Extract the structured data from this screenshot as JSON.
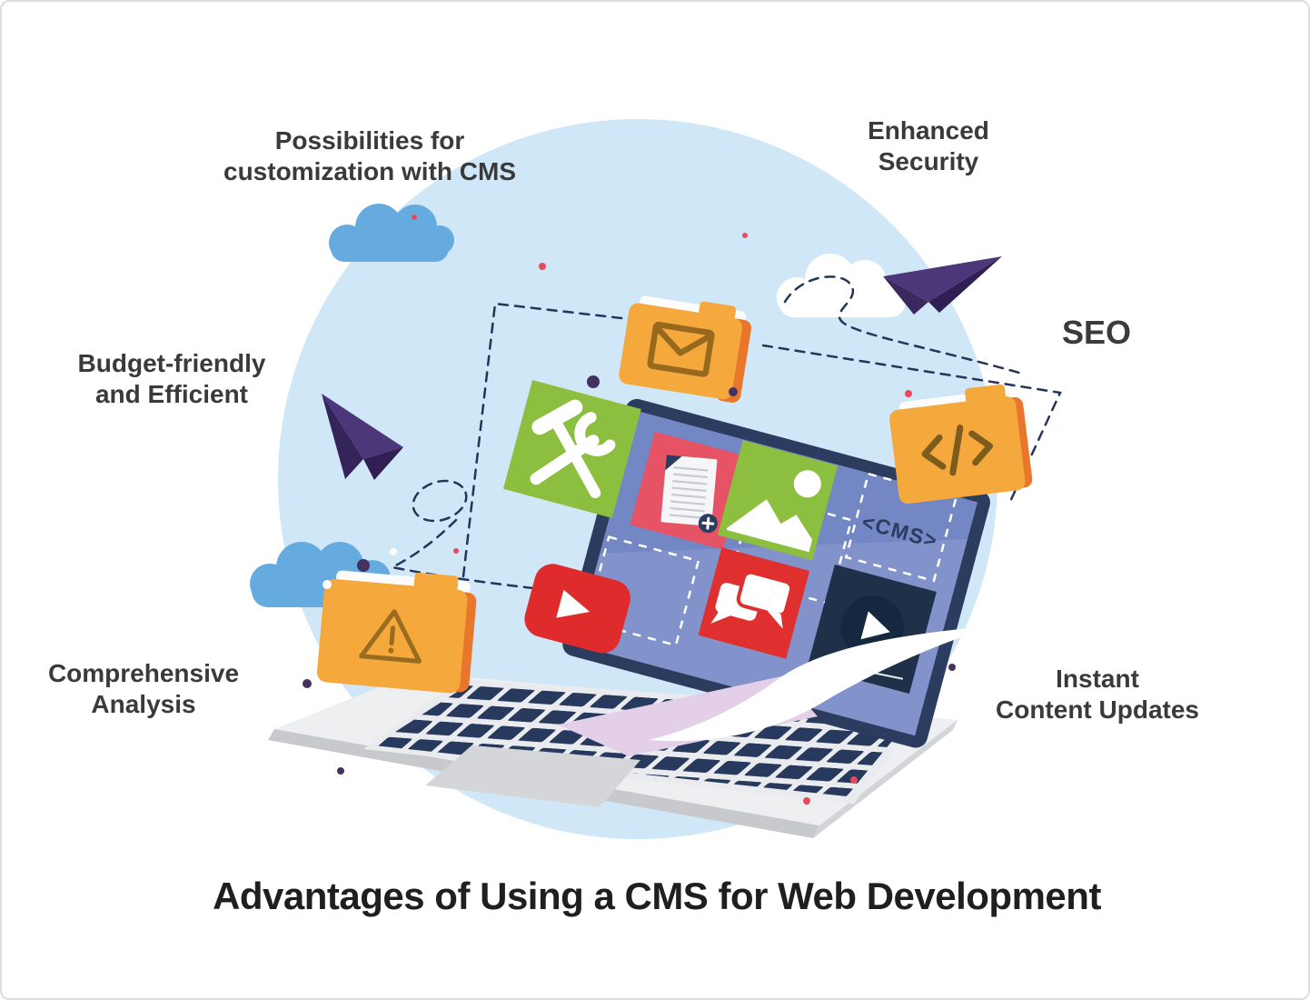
{
  "page": {
    "title": "Advantages of Using a CMS for Web Development"
  },
  "benefits": {
    "customization": "Possibilities for\ncustomization with CMS",
    "security": "Enhanced\nSecurity",
    "seo": "SEO",
    "budget": "Budget-friendly\nand Efficient",
    "analysis": "Comprehensive\nAnalysis",
    "updates": "Instant\nContent Updates"
  },
  "laptop_screen": {
    "cms_tag": "<CMS>"
  },
  "icons": {
    "email-folder-icon": "envelope in folder",
    "code-folder-icon": "code brackets in folder",
    "warning-folder-icon": "warning triangle in folder",
    "tools-icon": "hammer and wrench",
    "document-icon": "document with add button",
    "image-icon": "picture with sun and mountains",
    "chat-icon": "speech bubbles",
    "video-player-icon": "video player with play button",
    "youtube-icon": "rounded play button",
    "paper-plane-icon": "paper airplane",
    "cloud-icon": "cloud",
    "flying-paper-icon": "flying sheet of paper"
  },
  "colors": {
    "sky": "#cfe7f7",
    "cloud_blue": "#66abe0",
    "folder_orange": "#f5a83c",
    "folder_edge": "#e8762b",
    "green": "#8cbe3f",
    "red": "#df2f2e",
    "pink": "#e65364",
    "navy": "#2b3c5e",
    "screen_blue": "#7387c4",
    "purple": "#4b3779",
    "text": "#3a3a3a"
  }
}
